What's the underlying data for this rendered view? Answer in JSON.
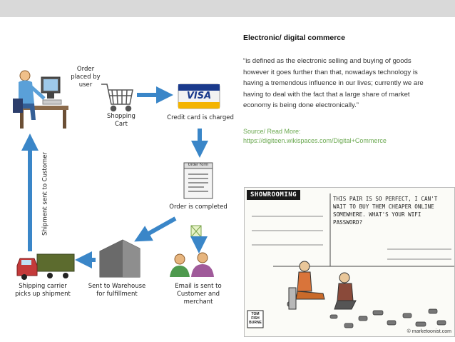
{
  "slide": {
    "title": "Electronic/ digital commerce",
    "quote": "“is defined as the electronic selling and buying of goods however it goes further than that, nowadays technology is having a tremendous influence in our lives; currently we are having to deal with the fact that a large share of market economy is being done electronically.”",
    "source_label": "Source/ Read More:",
    "source_url": "https://digiteen.wikispaces.com/Digital+Commerce"
  },
  "diagram": {
    "order_placed": "Order placed by user",
    "shopping_cart": "Shopping Cart",
    "visa_label": "VISA",
    "credit_card": "Credit card is charged",
    "order_form_label": "Order Form",
    "order_completed": "Order is completed",
    "email_sent": "Email is sent to Customer and merchant",
    "warehouse": "Sent to Warehouse for fulfillment",
    "shipping": "Shipping carrier picks up shipment",
    "shipment_sent": "Shipment sent to Customer"
  },
  "cartoon": {
    "caption": "SHOWROOMING",
    "speech": "This pair is so perfect, I can't wait to buy them cheaper online somewhere. What's your wifi password?",
    "signature": "TOM FISH BURNE",
    "credit": "© marketoonist.com"
  },
  "colors": {
    "arrow": "#3a86c8",
    "source_link": "#6aa84f",
    "topbar": "#d9d9d9"
  }
}
